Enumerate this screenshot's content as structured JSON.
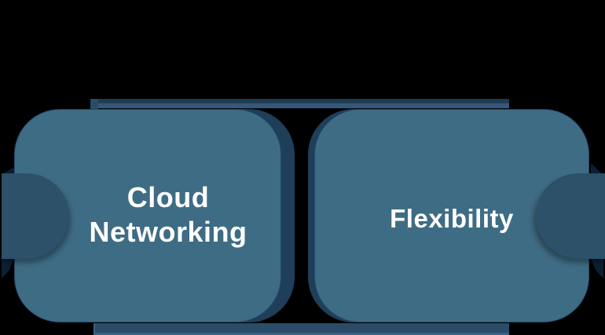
{
  "diagram": {
    "description": "Two teal rounded cards with side tabs connected by dark bars on a black background",
    "cards": [
      {
        "id": "cloud-networking",
        "lines": {
          "0": "Cloud",
          "1": "Networking"
        }
      },
      {
        "id": "flexibility",
        "lines": {
          "0": "Flexibility"
        }
      }
    ]
  },
  "theme": {
    "bg": "#000000",
    "card": "#3e6c84",
    "card-border": "#234a6d",
    "card-shadow": "#1f3e59",
    "tab": "#2d5168",
    "bar": "#2b4c68",
    "bar-dark": "#1f3a52",
    "bar-light": "#35587a",
    "bar-edge": "#3b6182",
    "fold": "#0d2032",
    "text": "#ffffff"
  }
}
